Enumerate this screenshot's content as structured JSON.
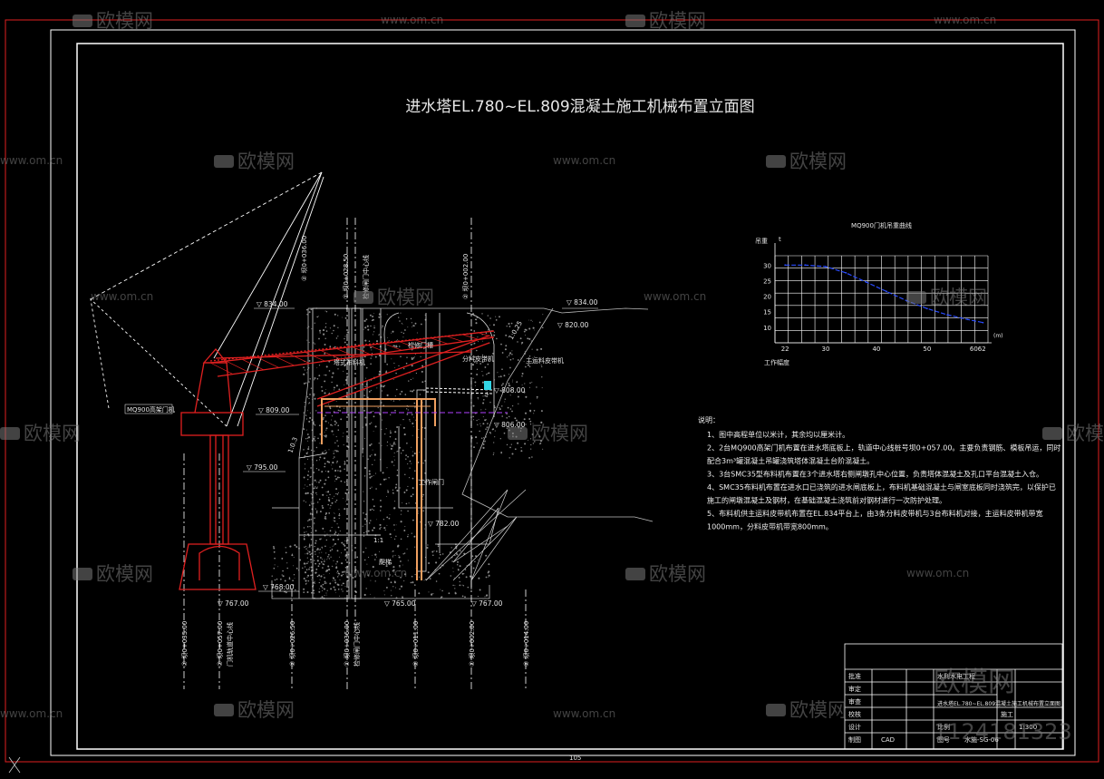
{
  "title": "进水塔EL.780~EL.809混凝土施工机械布置立面图",
  "watermark_brand": "欧模网",
  "watermark_url": "www.om.cn",
  "watermark_id": "1124181323",
  "watermark_big": "欧模网",
  "colors": {
    "crane": "#e02020",
    "frame": "#ffffff",
    "grid": "#ffffff",
    "curve": "#2a4cff",
    "concrete": "#bdbdbd",
    "belt": "#f0a060",
    "dim": "#33d6e6"
  },
  "elevations": {
    "e1": "▽ 834.00",
    "e2": "▽ 834.00",
    "e3": "▽ 820.00",
    "e4": "▽ 809.00",
    "e5": "▽ 808.00",
    "e6": "▽ 806.00",
    "e7": "▽ 795.00",
    "e8": "▽ 782.00",
    "e9": "▽ 768.00",
    "e10": "▽ 767.00",
    "e11": "▽ 765.00",
    "e12": "▽ 767.00"
  },
  "labels": {
    "gantry_crane": "MQ900高架门机",
    "tower_belt": "塔式布料机",
    "gate_slot": "检修门槽",
    "belt_conveyor": "主运料皮带机",
    "sub_belt": "分料皮带机",
    "work_gate": "工作闸门",
    "ladder": "爬梯",
    "slope_a": "1:0.25",
    "slope_b": "1:0.3",
    "slope_c": "1:1",
    "axis_a": "② 坝0+028.50",
    "axis_b": "② 坝0+002.00",
    "axis_c": "② 坝0+036.00",
    "axis_d": "② 坝0+057.00",
    "axis_e": "② 坝0+035.00",
    "axis_f": "② 坝0+026.50",
    "axis_g": "② 坝0+011.00",
    "axis_h": "② 坝0+014.00",
    "axis_d_sub": "门机轨道中心线",
    "axis_c_sub": "检修闸门中心线",
    "axis_a_sub": "检修闸门中心线",
    "bottom_center": "105"
  },
  "notes": {
    "heading": "说明：",
    "items": [
      "1、图中高程单位以米计，其余均以厘米计。",
      "2、2台MQ900高架门机布置在进水塔底板上，轨道中心线桩号坝0+057.00。主要负责钢筋、模板吊运，同时",
      "   配合3m³罐混凝土吊罐浇筑塔体混凝土台阶混凝土。",
      "3、3台SMC35型布料机布置在3个进水塔右侧闸墩孔中心位置，负责塔体混凝土及孔口平台混凝土入仓。",
      "4、SMC35布料机布置在进水口已浇筑的进水闸底板上，布料机基础混凝土与闸室底板同时浇筑完，以保护已",
      "   施工的闸墩混凝土及钢材，在基础混凝土浇筑前对钢材进行一次防护处理。",
      "5、布料机供主运料皮带机布置在EL.834平台上，由3条分料皮带机与3台布料机对接，主运料皮带机带宽",
      "   1000mm，分料皮带机带宽800mm。"
    ]
  },
  "chart_data": {
    "type": "line",
    "title": "MQ900门机吊重曲线",
    "ylabel": "吊重",
    "yunit": "t",
    "xlabel": "工作幅度",
    "xunit": "(m)",
    "x_tick_labels": [
      "22",
      "30",
      "40",
      "50",
      "6062"
    ],
    "y_ticks": [
      10,
      15,
      20,
      25,
      30
    ],
    "xlim": [
      20,
      62
    ],
    "ylim": [
      5,
      33
    ],
    "grid": true,
    "series": [
      {
        "x": [
          22,
          26,
          30,
          34,
          38,
          42,
          46,
          50,
          54,
          58,
          61
        ],
        "y": [
          30,
          30,
          29.5,
          27.5,
          24.5,
          21.5,
          18.5,
          16,
          14,
          12.5,
          11.5
        ]
      }
    ]
  },
  "title_block": {
    "rows_left": [
      "批准",
      "审定",
      "审查",
      "校核",
      "设计",
      "制图"
    ],
    "cad_label": "CAD",
    "project": "水利水电工程",
    "drawing_name": "进水塔EL.780~EL.809混凝土施工机械布置立面图",
    "stage": "施工",
    "scale": "比例",
    "scale_value": "1:300",
    "drawing_no_label": "图号",
    "drawing_no": "水施-SG-06"
  }
}
